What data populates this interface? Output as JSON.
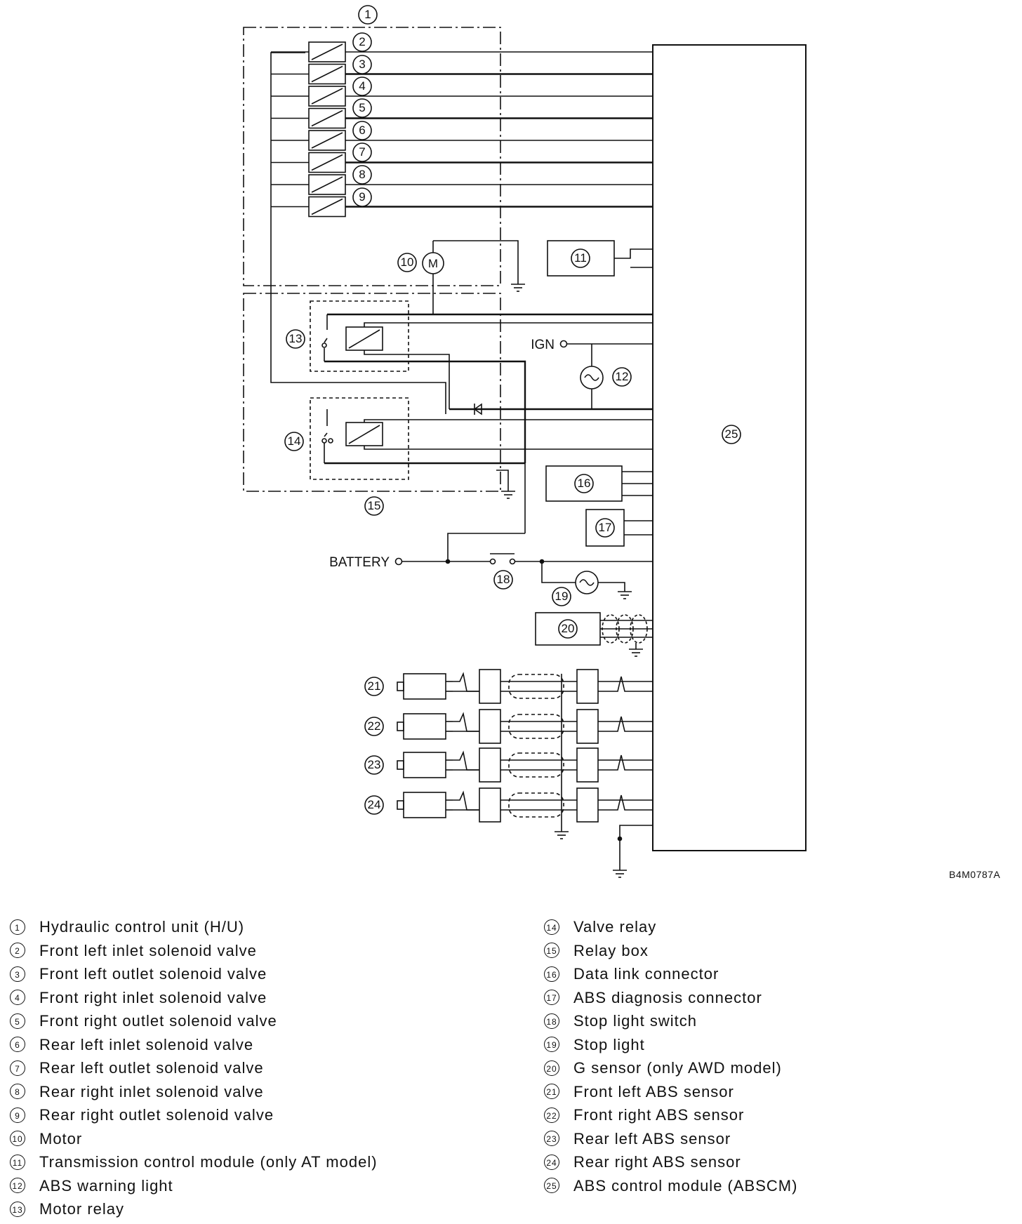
{
  "diagram": {
    "figure_code": "B4M0787A",
    "terminals": {
      "ign": "IGN",
      "battery": "BATTERY"
    },
    "markers": [
      "1",
      "2",
      "3",
      "4",
      "5",
      "6",
      "7",
      "8",
      "9",
      "10",
      "11",
      "12",
      "13",
      "14",
      "15",
      "16",
      "17",
      "18",
      "19",
      "20",
      "21",
      "22",
      "23",
      "24",
      "25"
    ],
    "motor_symbol": "M"
  },
  "legend": {
    "left": [
      {
        "num": "1",
        "text": "Hydraulic control unit (H/U)"
      },
      {
        "num": "2",
        "text": "Front left inlet solenoid valve"
      },
      {
        "num": "3",
        "text": "Front left outlet solenoid valve"
      },
      {
        "num": "4",
        "text": "Front right inlet solenoid valve"
      },
      {
        "num": "5",
        "text": "Front right outlet solenoid valve"
      },
      {
        "num": "6",
        "text": "Rear left inlet solenoid valve"
      },
      {
        "num": "7",
        "text": "Rear left outlet solenoid valve"
      },
      {
        "num": "8",
        "text": "Rear right inlet solenoid valve"
      },
      {
        "num": "9",
        "text": "Rear right outlet solenoid valve"
      },
      {
        "num": "10",
        "text": "Motor"
      },
      {
        "num": "11",
        "text": "Transmission control module (only AT model)"
      },
      {
        "num": "12",
        "text": "ABS warning light"
      },
      {
        "num": "13",
        "text": "Motor relay"
      }
    ],
    "right": [
      {
        "num": "14",
        "text": "Valve relay"
      },
      {
        "num": "15",
        "text": "Relay box"
      },
      {
        "num": "16",
        "text": "Data link connector"
      },
      {
        "num": "17",
        "text": "ABS diagnosis connector"
      },
      {
        "num": "18",
        "text": "Stop light switch"
      },
      {
        "num": "19",
        "text": "Stop light"
      },
      {
        "num": "20",
        "text": "G sensor (only AWD model)"
      },
      {
        "num": "21",
        "text": "Front left ABS sensor"
      },
      {
        "num": "22",
        "text": "Front right ABS sensor"
      },
      {
        "num": "23",
        "text": "Rear left ABS sensor"
      },
      {
        "num": "24",
        "text": "Rear right ABS sensor"
      },
      {
        "num": "25",
        "text": "ABS control module (ABSCM)"
      }
    ]
  }
}
